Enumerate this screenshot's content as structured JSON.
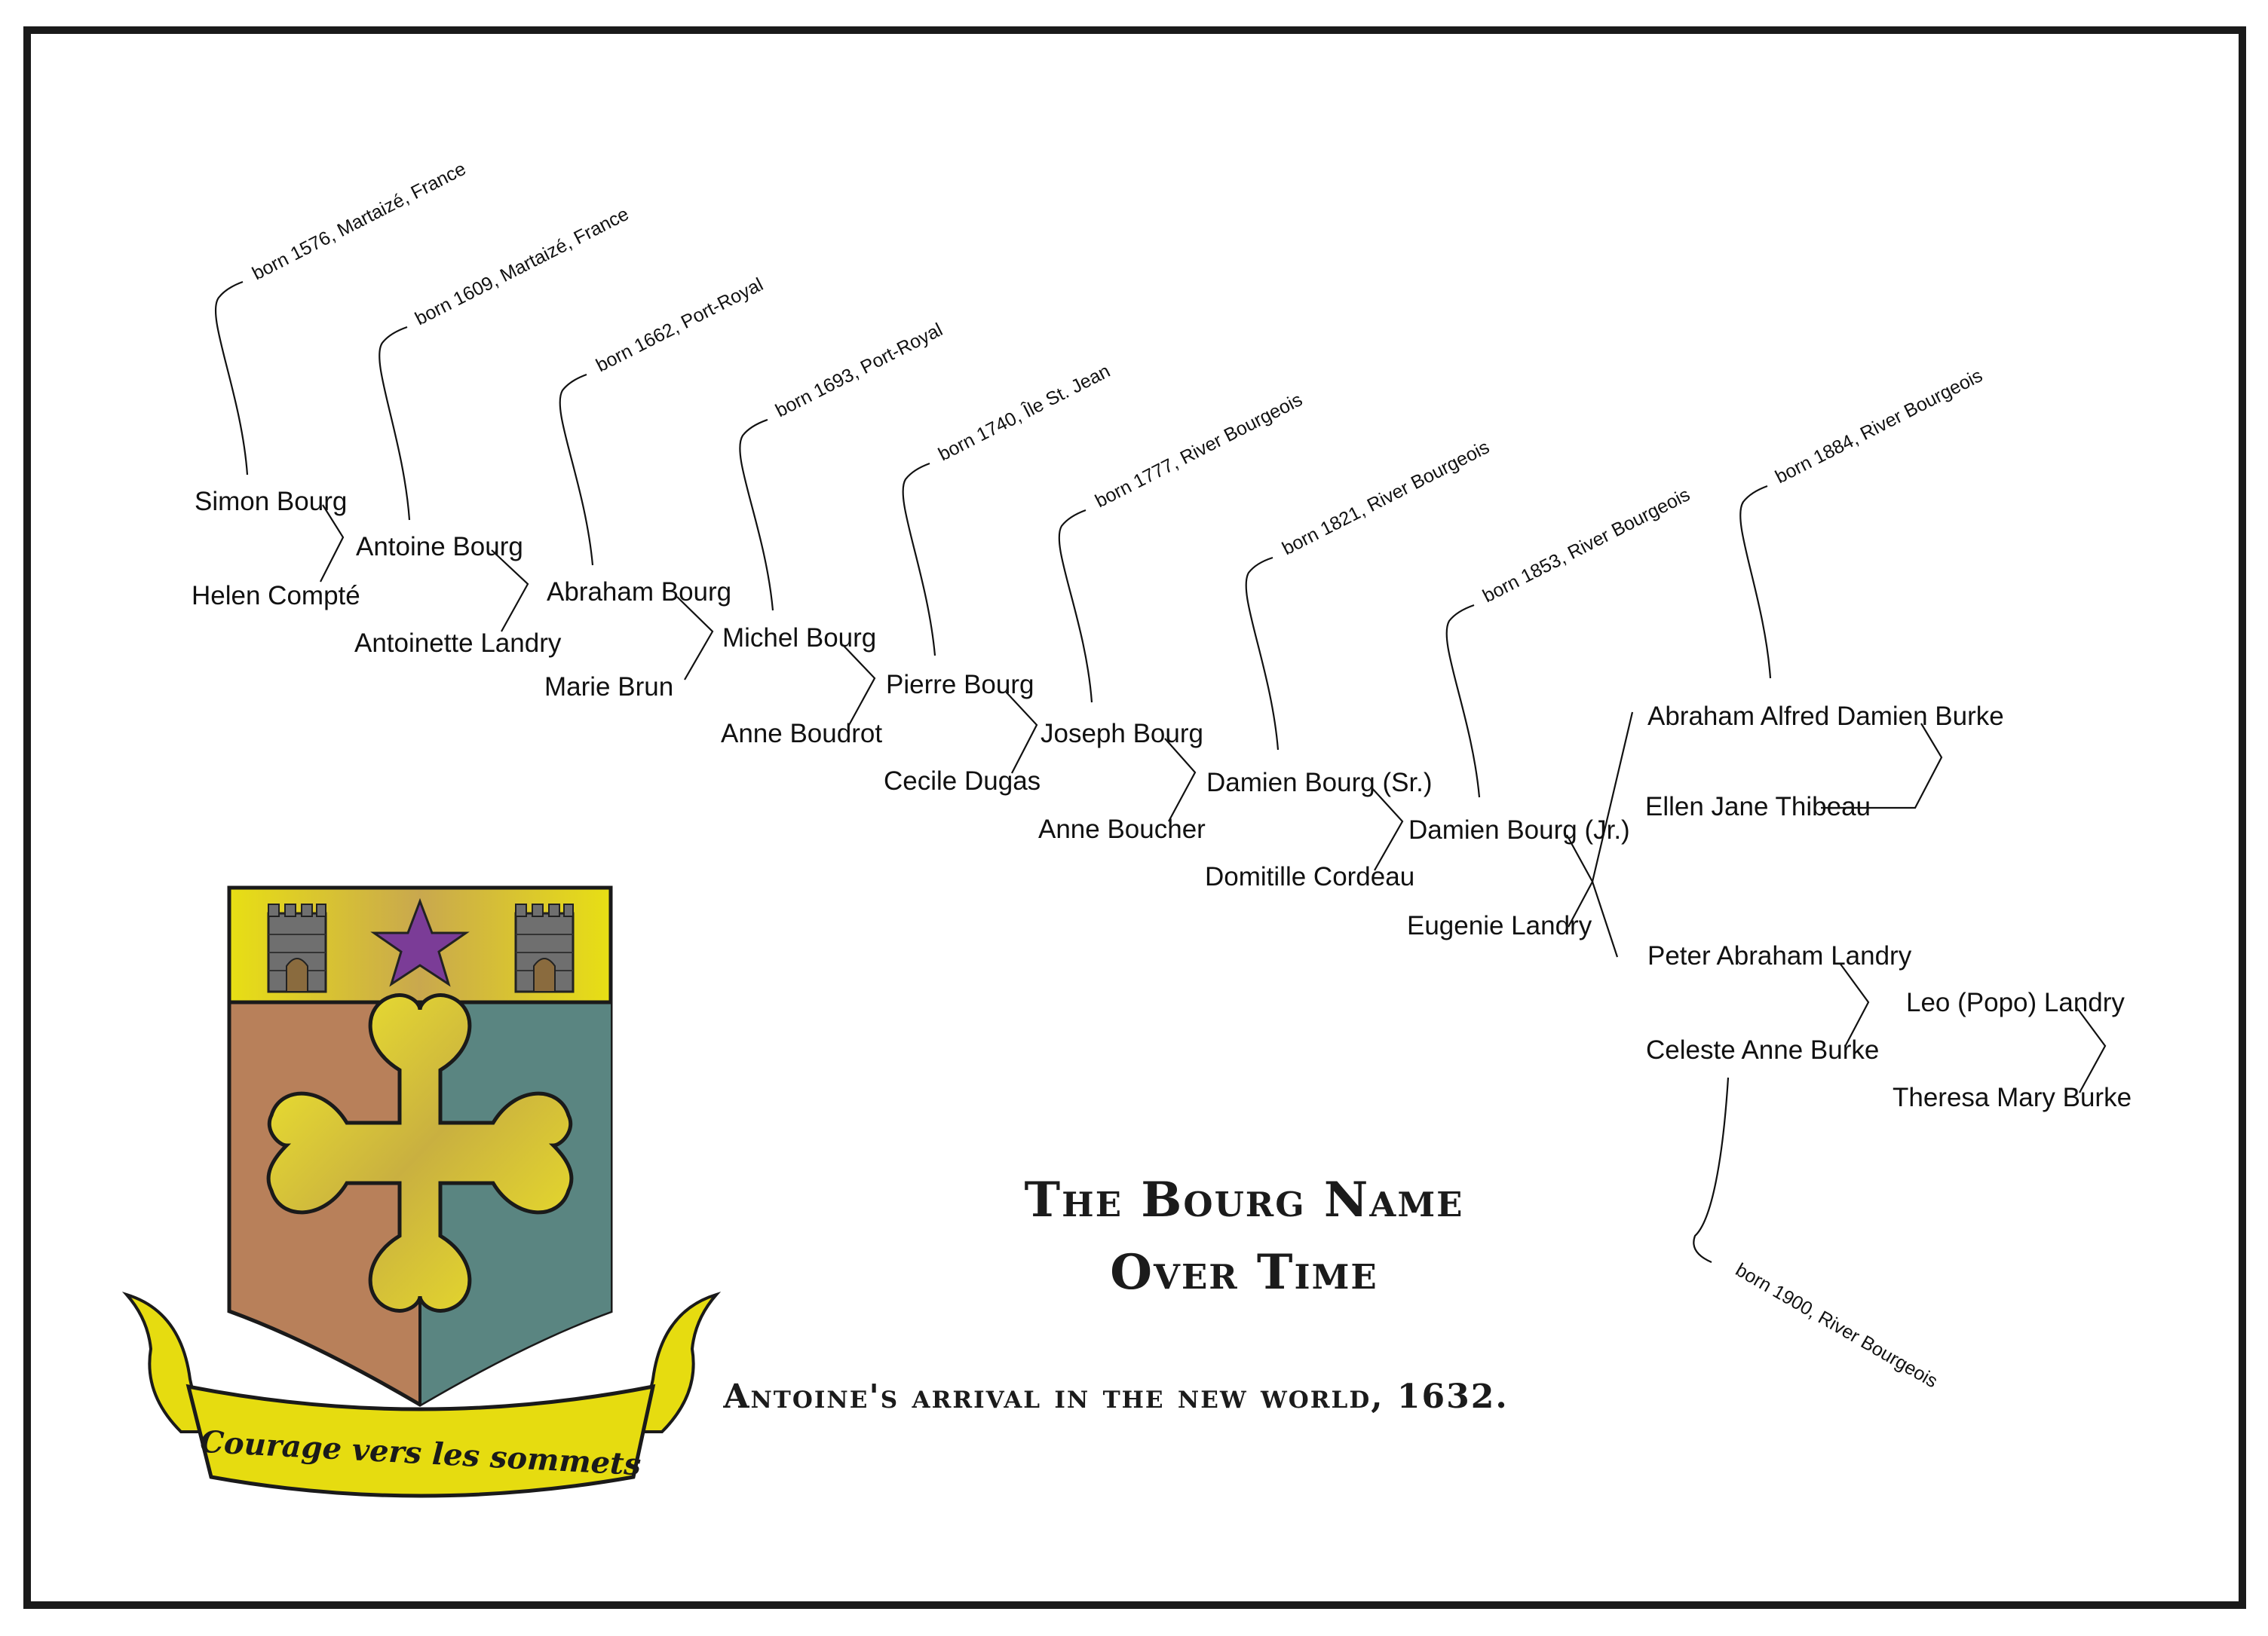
{
  "title": {
    "line1": "The Bourg Name",
    "line2": "Over Time"
  },
  "subtitle": "Antoine's arrival in the new world, 1632.",
  "motto": "Courage vers les sommets",
  "colors": {
    "gold": "#e6dc10",
    "rust": "#b8805a",
    "teal": "#5a8581",
    "star": "#7b3c97",
    "frame": "#1a1a1a"
  },
  "people": {
    "simon": "Simon Bourg",
    "helen": "Helen Compté",
    "antoine": "Antoine Bourg",
    "antoinette": "Antoinette Landry",
    "abraham": "Abraham Bourg",
    "marie": "Marie Brun",
    "michel": "Michel Bourg",
    "anne_boudrot": "Anne Boudrot",
    "pierre": "Pierre Bourg",
    "cecile": "Cecile Dugas",
    "joseph": "Joseph Bourg",
    "anne_boucher": "Anne Boucher",
    "damien_sr": "Damien Bourg (Sr.)",
    "domitille": "Domitille Cordeau",
    "damien_jr": "Damien Bourg (Jr.)",
    "eugenie": "Eugenie Landry",
    "abraham_alfred": "Abraham Alfred Damien Burke",
    "ellen": "Ellen Jane Thibeau",
    "peter": "Peter Abraham Landry",
    "celeste": "Celeste Anne Burke",
    "leo": "Leo (Popo) Landry",
    "theresa": "Theresa Mary Burke"
  },
  "births": {
    "simon": "born 1576, Martaizé, France",
    "antoine": "born 1609, Martaizé, France",
    "abraham": "born 1662, Port-Royal",
    "michel": "born 1693, Port-Royal",
    "pierre": "born 1740, Île St. Jean",
    "joseph": "born 1777, River Bourgeois",
    "damien_sr": "born 1821, River Bourgeois",
    "damien_jr": "born 1853, River Bourgeois",
    "abraham_alfred": "born 1884, River Bourgeois",
    "celeste": "born 1900, River Bourgeois"
  }
}
